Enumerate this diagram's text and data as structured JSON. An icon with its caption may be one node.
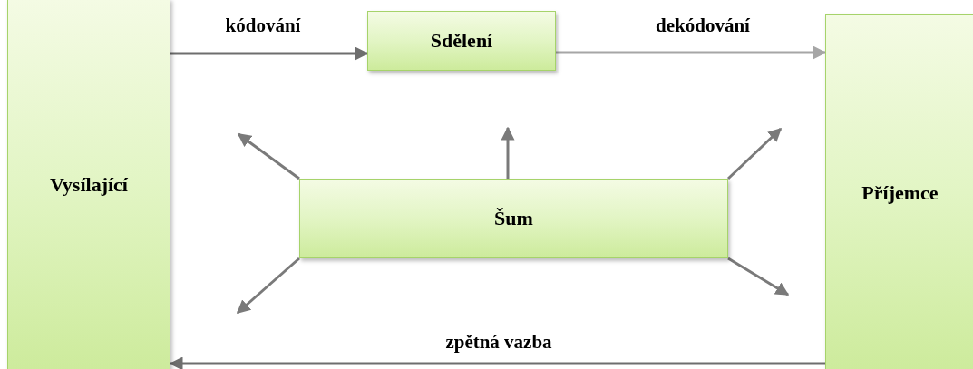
{
  "diagram": {
    "nodes": [
      {
        "text": [
          "Vysílající"
        ]
      },
      {
        "text": [
          "Sdělení"
        ]
      },
      {
        "text": [
          "Šum"
        ]
      },
      {
        "text": [
          "Příjemce"
        ]
      }
    ],
    "edges": [
      {
        "from": 0,
        "to": 1,
        "arrow": "to",
        "label": "kódování",
        "color": "#6e6e6e"
      },
      {
        "from": 1,
        "to": 3,
        "arrow": "to",
        "label": "dekódování",
        "color": "#a6a6a6"
      },
      {
        "from": 2,
        "to": null,
        "arrow": "to",
        "color": "#7a7a7a"
      },
      {
        "from": 2,
        "to": null,
        "arrow": "to",
        "color": "#7a7a7a"
      },
      {
        "from": 2,
        "to": null,
        "arrow": "to",
        "color": "#7a7a7a"
      },
      {
        "from": 2,
        "to": null,
        "arrow": "to",
        "color": "#7a7a7a"
      },
      {
        "from": 2,
        "to": null,
        "arrow": "to",
        "color": "#7a7a7a"
      },
      {
        "from": 3,
        "to": 0,
        "arrow": "to",
        "label": "zpětná vazba",
        "color": "#6e6e6e"
      }
    ]
  }
}
